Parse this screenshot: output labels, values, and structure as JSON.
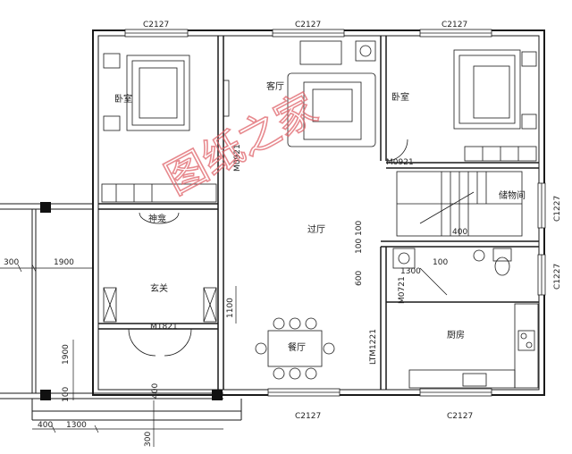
{
  "rooms": {
    "bedroom_left": "卧室",
    "living": "客厅",
    "bedroom_right": "卧室",
    "shrine": "神龛",
    "entry": "玄关",
    "hall": "过厅",
    "dining": "餐厅",
    "storage": "储物间",
    "kitchen": "厨房"
  },
  "window_codes": {
    "top_left": "C2127",
    "top_mid": "C2127",
    "top_right": "C2127",
    "bottom_mid": "C2127",
    "bottom_right": "C2127",
    "right_upper": "C1227",
    "right_lower": "C1227"
  },
  "door_codes": {
    "m0921_left": "M0921",
    "m0921_right": "M0921",
    "m0721": "M0721",
    "m1821": "M1821",
    "ltm1221": "LTM1221"
  },
  "dimensions": {
    "d_300_left": "300",
    "d_1900_top": "1900",
    "d_1900_side": "1900",
    "d_100_side": "100",
    "d_400_bottom": "400",
    "d_1300_bottom": "1300",
    "d_300_bottom": "300",
    "d_400_mid": "400",
    "d_1100": "1100",
    "d_600": "600",
    "d_1300_mid": "1300",
    "d_100_a": "100",
    "d_100_b": "100",
    "d_100_c": "100",
    "d_400_stair": "400"
  },
  "watermark": "图纸之家",
  "colors": {
    "line": "#1a1a1a",
    "watermark": "#e0646a"
  }
}
